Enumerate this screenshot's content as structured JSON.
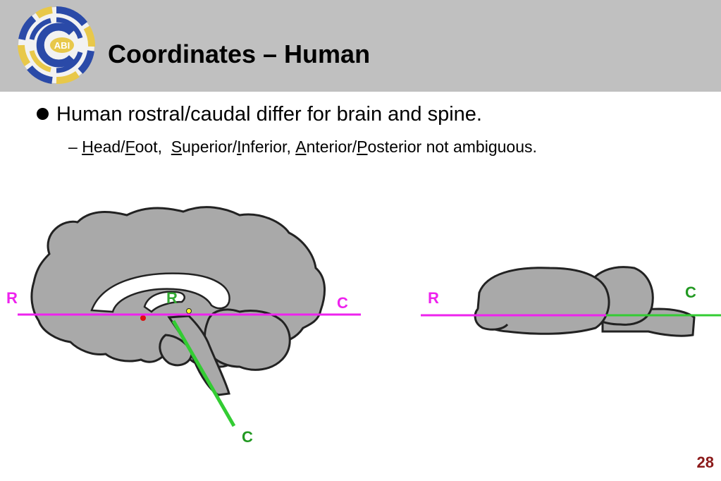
{
  "slide": {
    "title": "Coordinates – Human",
    "page_number": "28"
  },
  "logo": {
    "text": "ABI"
  },
  "bullets": {
    "level1": "Human rostral/caudal differ for brain and spine.",
    "level2_dash": "–",
    "level2_parts": {
      "h": "H",
      "ead": "ead/",
      "f": "F",
      "oot": "oot,",
      "s": "S",
      "uperior": "uperior/",
      "i": "I",
      "nferior": "nferior,",
      "a": "A",
      "nterior": "nterior/",
      "p": "P",
      "osterior": "osterior not ambiguous."
    }
  },
  "figure": {
    "human_labels": {
      "r_left": "R",
      "r_mid": "R",
      "c_right": "C",
      "c_bottom": "C"
    },
    "rodent_labels": {
      "r": "R",
      "c": "C"
    },
    "colors": {
      "magenta": "#ee22ee",
      "green": "#33cc33",
      "brain_fill": "#a9a9a9",
      "outline": "#222222"
    }
  }
}
